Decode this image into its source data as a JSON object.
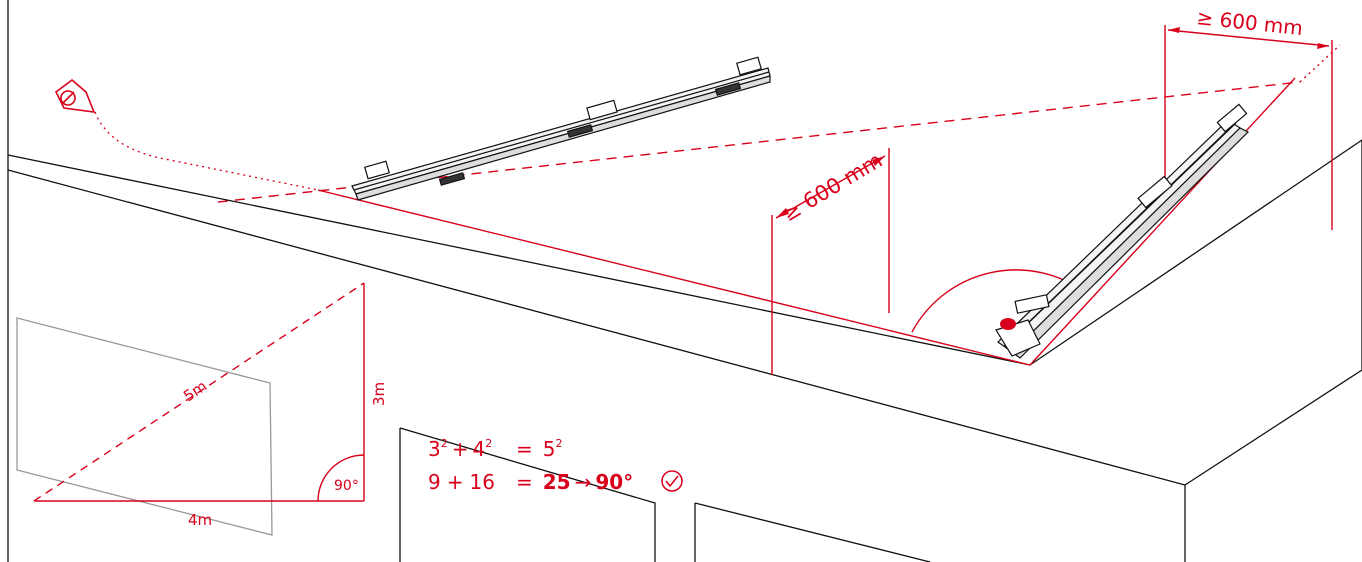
{
  "colors": {
    "accent": "#d9001b",
    "line": "#111111",
    "frame": "#999999"
  },
  "dimensions": {
    "top_right": "≥ 600 mm",
    "middle": "≥ 600 mm"
  },
  "triangle": {
    "hypotenuse": "5m",
    "vertical_side": "3m",
    "horizontal_side": "4m",
    "angle": "90°"
  },
  "formula": {
    "line1": {
      "a": "3",
      "b": "4",
      "c": "5",
      "exp": "2",
      "plus": "+",
      "equals": "="
    },
    "line2": {
      "a": "9",
      "b": "16",
      "plus": "+",
      "equals": "=",
      "result": "25",
      "arrow": "→",
      "angle": "90°"
    }
  },
  "icons": [
    "laser-device-icon",
    "check-circle-icon",
    "right-angle-icon"
  ]
}
